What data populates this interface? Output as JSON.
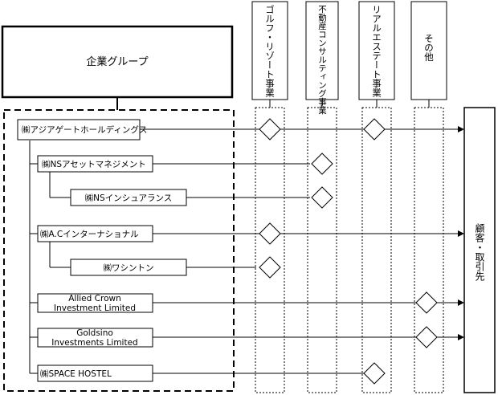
{
  "group": {
    "title": "企業グループ"
  },
  "columns": [
    {
      "label": "ゴルフ・リゾート事業"
    },
    {
      "label": "不動産コンサルティング事業"
    },
    {
      "label": "リアルエステート事業"
    },
    {
      "label": "その他"
    }
  ],
  "companies": [
    {
      "name": "㈱アジアゲートホールディングス"
    },
    {
      "name": "㈱NSアセットマネジメント"
    },
    {
      "name": "㈱NSインシュアランス"
    },
    {
      "name": "㈱A.Cインターナショナル"
    },
    {
      "name": "㈱ワシントン"
    },
    {
      "name_lines": [
        "Allied Crown",
        "Investment Limited"
      ]
    },
    {
      "name_lines": [
        "Goldsino",
        "Investments Limited"
      ]
    },
    {
      "name": "㈱SPACE HOSTEL"
    }
  ],
  "customers": {
    "label": "顧客・取引先"
  }
}
